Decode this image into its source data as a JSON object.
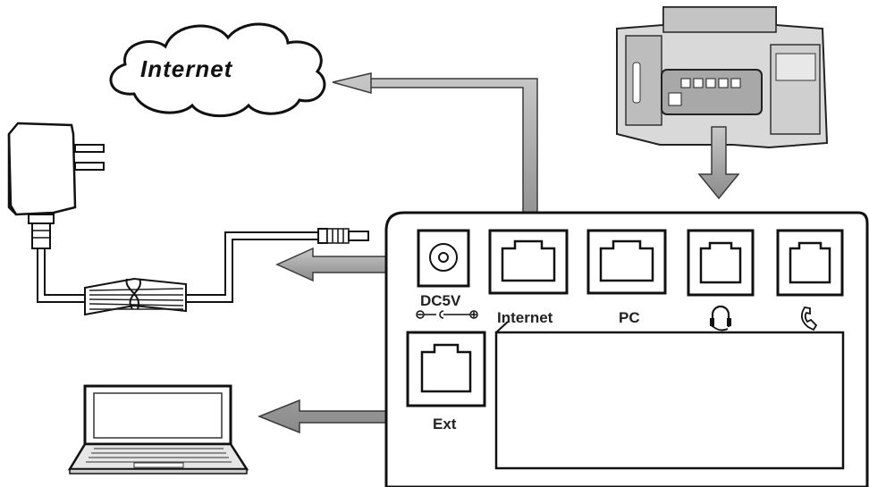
{
  "cloud": {
    "label": "Internet"
  },
  "ports": {
    "power": {
      "label": "DC5V",
      "polarity_symbol": "⊖-◐-⊕"
    },
    "internet": {
      "label": "Internet"
    },
    "pc": {
      "label": "PC"
    },
    "headset": {
      "icon": "headset-icon"
    },
    "handset": {
      "icon": "handset-icon"
    },
    "ext": {
      "label": "Ext"
    }
  },
  "colors": {
    "arrow_fill": "#9a9a9a",
    "arrow_stroke": "#3a3a3a",
    "line": "#222222"
  }
}
